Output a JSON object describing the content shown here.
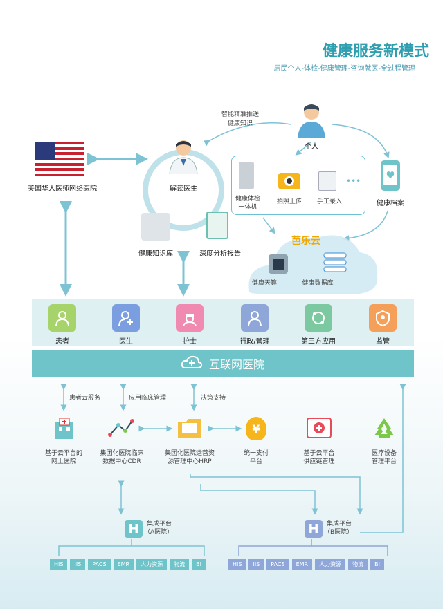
{
  "header": {
    "title": "健康服务新模式",
    "subtitle": "居民个人-体检-健康管理-咨询就医-全过程管理"
  },
  "top": {
    "push_label_1": "智能精准推送",
    "push_label_2": "健康知识",
    "person": "个人",
    "flag_label": "美国华人医师网络医院",
    "doctor": "解读医生",
    "kb": "健康知识库",
    "report": "深度分析报告",
    "kiosk_1": "健康体检",
    "kiosk_2": "一体机",
    "photo": "拍照上传",
    "manual": "手工录入",
    "archive": "健康档案",
    "cloud_name": "芭乐云",
    "compute": "健康天算",
    "database": "健康数据库"
  },
  "roles": [
    {
      "label": "患者",
      "color": "#a6d36a"
    },
    {
      "label": "医生",
      "color": "#7a9ee0"
    },
    {
      "label": "护士",
      "color": "#f08ab0"
    },
    {
      "label": "行政/管理",
      "color": "#8fa6d8"
    },
    {
      "label": "第三方应用",
      "color": "#7cc8a0"
    },
    {
      "label": "监管",
      "color": "#f5a05a"
    }
  ],
  "internet_hospital": "互联网医院",
  "flows": {
    "f1": "患者云服务",
    "f2": "应用临床管理",
    "f3": "决策支持"
  },
  "services": [
    {
      "l1": "基于云平台的",
      "l2": "网上医院"
    },
    {
      "l1": "集团化医院临床",
      "l2": "数据中心CDR"
    },
    {
      "l1": "集团化医院运营资",
      "l2": "源管理中心HRP"
    },
    {
      "l1": "统一支付",
      "l2": "平台"
    },
    {
      "l1": "基于云平台",
      "l2": "供应链管理"
    },
    {
      "l1": "医疗设备",
      "l2": "管理平台"
    }
  ],
  "pay_icon_text": "¥",
  "platform_a": {
    "l1": "集成平台",
    "l2": "（A医院）",
    "badge": "H"
  },
  "platform_b": {
    "l1": "集成平台",
    "l2": "（B医院）",
    "badge": "H"
  },
  "systems_a": [
    "HIS",
    "IIS",
    "PACS",
    "EMR",
    "人力资源",
    "物流",
    "BI"
  ],
  "systems_b": [
    "HIS",
    "IIS",
    "PACS",
    "EMR",
    "人力资源",
    "物流",
    "BI"
  ]
}
